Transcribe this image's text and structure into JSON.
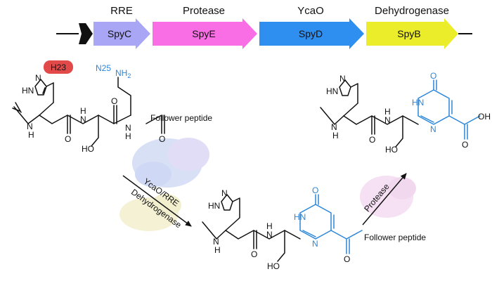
{
  "gene_cluster": {
    "genes": [
      {
        "role": "RRE",
        "name": "SpyC",
        "color": "#a9a6f5"
      },
      {
        "role": "Protease",
        "name": "SpyE",
        "color": "#f96ee5"
      },
      {
        "role": "YcaO",
        "name": "SpyD",
        "color": "#2f8ff0"
      },
      {
        "role": "Dehydrogenase",
        "name": "SpyB",
        "color": "#eced2a"
      }
    ]
  },
  "residues": {
    "h23": "H23",
    "n25": "N25"
  },
  "reagents": {
    "ycao_rre": "YcaO/RRE",
    "dehydrogenase": "Dehydrogenase",
    "protease": "Protease"
  },
  "atoms": {
    "hn": "HN",
    "n": "N",
    "h": "H",
    "o": "O",
    "ho": "HO",
    "nh2": "NH",
    "nh2_sub": "2",
    "oh": "OH",
    "hn_h": "HN",
    "follower": "Follower peptide"
  },
  "colors": {
    "accent_blue": "#2b86d9",
    "h23_badge": "#e24a4a"
  }
}
